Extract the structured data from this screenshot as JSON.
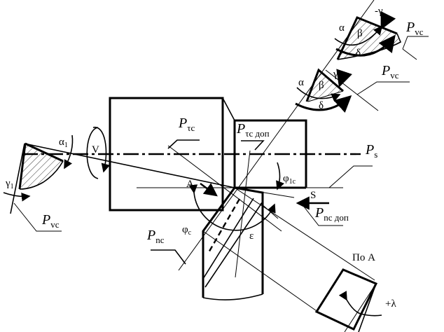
{
  "diagram": {
    "labels": {
      "p_vc_top": {
        "main": "P",
        "sub": "vc"
      },
      "p_vc_mid": {
        "main": "P",
        "sub": "vc"
      },
      "p_vc_left": {
        "main": "P",
        "sub": "vc"
      },
      "p_tc": {
        "main": "P",
        "sub": "τc"
      },
      "p_tc_dop": {
        "main": "P",
        "sub": "τc доп"
      },
      "p_s": {
        "main": "P",
        "sub": "s"
      },
      "p_nc": {
        "main": "P",
        "sub": "nc"
      },
      "p_nc_dop": {
        "main": "P",
        "sub": "nc доп"
      },
      "phi_1c": {
        "main": "φ",
        "sub": "1c"
      },
      "phi_c": {
        "main": "φ",
        "sub": "c"
      },
      "alpha_1": {
        "main": "α",
        "sub": "1"
      },
      "gamma_1": {
        "main": "γ",
        "sub": "1"
      },
      "v": "V",
      "a": "A",
      "s": "S",
      "epsilon": "ε",
      "po_a": "По А",
      "plus_lambda": "+λ",
      "alpha_top": "α",
      "beta_top": "β",
      "minus_gamma": "-γ",
      "delta_top": "δ",
      "alpha_mid": "α",
      "beta_mid": "β",
      "gamma_mid": "γ",
      "delta_mid": "δ"
    }
  }
}
